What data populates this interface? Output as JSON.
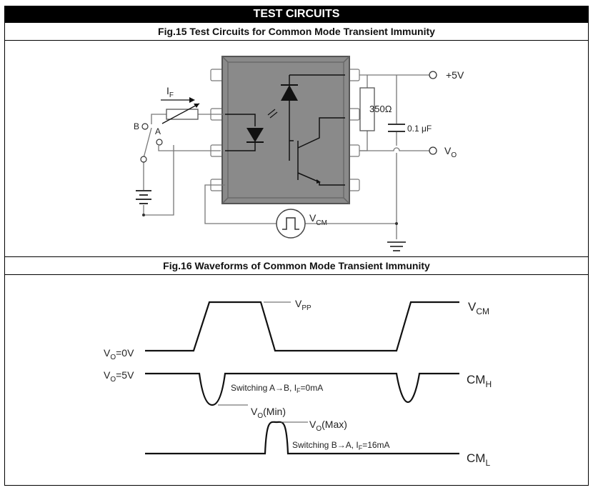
{
  "header": {
    "title": "TEST CIRCUITS"
  },
  "fig15": {
    "title": "Fig.15 Test Circuits for Common Mode Transient Immunity",
    "labels": {
      "supply": "+5V",
      "resistor": "350Ω",
      "capacitor": "0.1 μF",
      "output": "V",
      "output_sub": "O",
      "current": "I",
      "current_sub": "F",
      "switch_b": "B",
      "switch_a": "A",
      "source": "V",
      "source_sub": "CM"
    }
  },
  "fig16": {
    "title": "Fig.16 Waveforms of Common Mode Transient Immunity",
    "labels": {
      "vpp": "V",
      "vpp_sub": "PP",
      "vcm": "V",
      "vcm_sub": "CM",
      "vo0_a": "V",
      "vo0_sub": "O",
      "vo0_b": "=0V",
      "vo5_a": "V",
      "vo5_sub": "O",
      "vo5_b": "=5V",
      "cmh": "CM",
      "cmh_sub": "H",
      "switch_ab_a": "Switching A→B, I",
      "switch_ab_sub": "F",
      "switch_ab_b": "=0mA",
      "vomin_a": "V",
      "vomin_sub": "O",
      "vomin_b": "(Min)",
      "vomax_a": "V",
      "vomax_sub": "O",
      "vomax_b": "(Max)",
      "switch_ba_a": "Switching B→A, I",
      "switch_ba_sub": "F",
      "switch_ba_b": "=16mA",
      "cml": "CM",
      "cml_sub": "L"
    }
  }
}
